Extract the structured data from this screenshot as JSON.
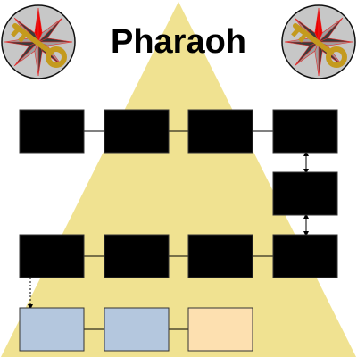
{
  "title": "Pharaoh",
  "colors": {
    "pyramid": "#f0e291",
    "page_background": "#ffffff",
    "black_block": "#000000",
    "blue_block": "#b4c7de",
    "peach_block": "#fde0b0",
    "connector": "#000000",
    "emblem_circle": "#c7c7c7",
    "emblem_star_dark": "#3b3b3b",
    "emblem_star_light": "#9e9e9e",
    "emblem_point_red": "#ee0000",
    "emblem_key": "#c49a1e"
  },
  "icons": [
    "compass-star-key-emblem",
    "compass-star-key-emblem"
  ],
  "blocks": [
    {
      "name": "black-block-row1-col1",
      "color": "black"
    },
    {
      "name": "black-block-row1-col2",
      "color": "black"
    },
    {
      "name": "black-block-row1-col3",
      "color": "black"
    },
    {
      "name": "black-block-row1-col4",
      "color": "black"
    },
    {
      "name": "black-block-row2-col4",
      "color": "black"
    },
    {
      "name": "black-block-row3-col1",
      "color": "black"
    },
    {
      "name": "black-block-row3-col2",
      "color": "black"
    },
    {
      "name": "black-block-row3-col3",
      "color": "black"
    },
    {
      "name": "black-block-row3-col4",
      "color": "black"
    },
    {
      "name": "blue-block-row4-col1",
      "color": "blue"
    },
    {
      "name": "blue-block-row4-col2",
      "color": "blue"
    },
    {
      "name": "peach-block-row4-col3",
      "color": "peach"
    }
  ],
  "connections": [
    {
      "from": "black-block-row1-col1",
      "to": "black-block-row1-col2",
      "style": "line"
    },
    {
      "from": "black-block-row1-col2",
      "to": "black-block-row1-col3",
      "style": "line"
    },
    {
      "from": "black-block-row1-col3",
      "to": "black-block-row1-col4",
      "style": "line"
    },
    {
      "from": "black-block-row1-col4",
      "to": "black-block-row2-col4",
      "style": "double-arrow"
    },
    {
      "from": "black-block-row2-col4",
      "to": "black-block-row3-col4",
      "style": "double-arrow"
    },
    {
      "from": "black-block-row3-col1",
      "to": "black-block-row3-col2",
      "style": "line"
    },
    {
      "from": "black-block-row3-col2",
      "to": "black-block-row3-col3",
      "style": "line"
    },
    {
      "from": "black-block-row3-col3",
      "to": "black-block-row3-col4",
      "style": "line"
    },
    {
      "from": "black-block-row3-col1",
      "to": "blue-block-row4-col1",
      "style": "dotted-arrow"
    },
    {
      "from": "blue-block-row4-col1",
      "to": "blue-block-row4-col2",
      "style": "line"
    },
    {
      "from": "blue-block-row4-col2",
      "to": "peach-block-row4-col3",
      "style": "line"
    }
  ]
}
